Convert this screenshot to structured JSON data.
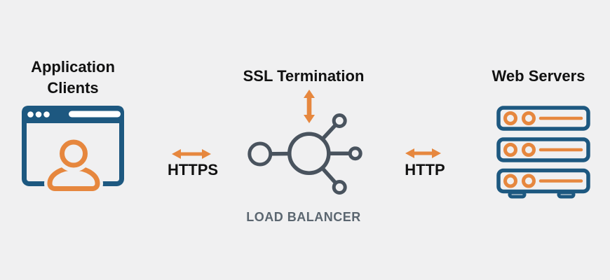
{
  "diagram": {
    "title_implicit": "Load balancer SSL termination diagram",
    "clients": {
      "label_line1": "Application",
      "label_line2": "Clients",
      "icon": "browser-user-icon"
    },
    "ssl": {
      "label": "SSL Termination"
    },
    "load_balancer": {
      "caption": "LOAD BALANCER",
      "icon": "load-balancer-hub-icon"
    },
    "servers": {
      "label": "Web Servers",
      "icon": "server-stack-icon",
      "server_count": 3
    },
    "connections": {
      "clients_to_lb": {
        "label": "HTTPS",
        "type": "bidirectional-horizontal-arrow"
      },
      "lb_to_servers": {
        "label": "HTTP",
        "type": "bidirectional-horizontal-arrow"
      },
      "ssl_to_lb": {
        "label": "",
        "type": "bidirectional-vertical-arrow"
      }
    },
    "colors": {
      "background": "#f0f0f1",
      "orange": "#e6873e",
      "dark_blue": "#1d5880",
      "slate": "#49535e",
      "text": "#111111",
      "caption_text": "#5b6670"
    }
  }
}
